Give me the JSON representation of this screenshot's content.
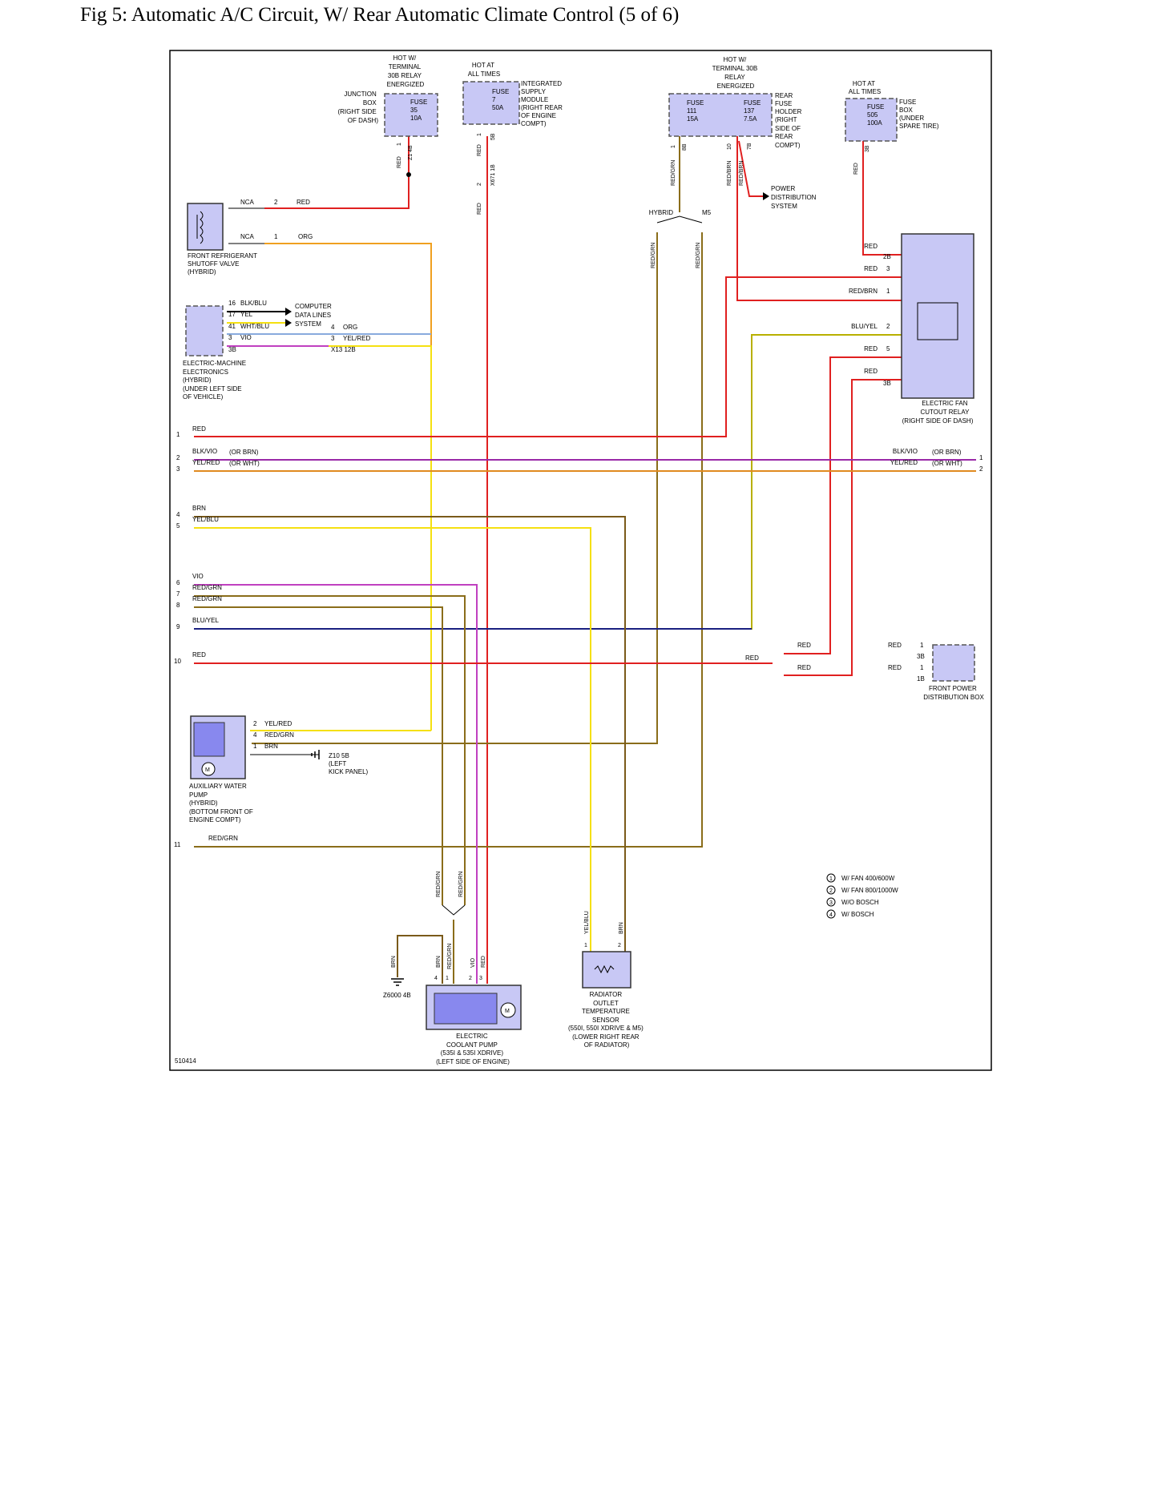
{
  "title": "Fig 5: Automatic A/C Circuit, W/ Rear Automatic Climate Control (5 of 6)",
  "diagram_id": "510414",
  "colors": {
    "RED": "#e02020",
    "ORG": "#f0a020",
    "YEL": "#f5e010",
    "BRN": "#7a5a1a",
    "VIO": "#c040c0",
    "BLU": "#2040c0",
    "BLK": "#000000",
    "WHT": "#cccccc",
    "component_fill": "#c8c8f5"
  },
  "components": {
    "junction_box": {
      "hot": [
        "HOT W/",
        "TERMINAL",
        "30B RELAY",
        "ENERGIZED"
      ],
      "label": [
        "JUNCTION",
        "BOX",
        "(RIGHT SIDE",
        "OF DASH)"
      ],
      "fuse": [
        "FUSE",
        "35",
        "10A"
      ],
      "pin": "1",
      "connector": "Z1 4B",
      "wire": "RED"
    },
    "integrated_supply_module": {
      "hot": [
        "HOT AT",
        "ALL TIMES"
      ],
      "label": [
        "INTEGRATED",
        "SUPPLY",
        "MODULE",
        "(RIGHT REAR",
        "OF ENGINE",
        "COMPT)"
      ],
      "fuse": [
        "FUSE",
        "7",
        "50A"
      ],
      "pin_top": "1",
      "connector_top": "5B",
      "pin_bottom": "2",
      "connector_bottom": "X671 1B",
      "wire": "RED"
    },
    "rear_fuse_holder": {
      "hot": [
        "HOT W/",
        "TERMINAL 30B",
        "RELAY",
        "ENERGIZED"
      ],
      "label": [
        "REAR",
        "FUSE",
        "HOLDER",
        "(RIGHT",
        "SIDE OF",
        "REAR",
        "COMPT)"
      ],
      "fuse_a": [
        "FUSE",
        "111",
        "15A"
      ],
      "fuse_b": [
        "FUSE",
        "137",
        "7.5A"
      ],
      "pin_a": "1",
      "conn_a": "8B",
      "pin_b": "10",
      "conn_b": "7B",
      "wires": [
        "RED/GRN",
        "RED/BRN",
        "RED/BRN"
      ],
      "power_dist": [
        "POWER",
        "DISTRIBUTION",
        "SYSTEM"
      ]
    },
    "fuse_box_spare": {
      "hot": [
        "HOT AT",
        "ALL TIMES"
      ],
      "label": [
        "FUSE",
        "BOX",
        "(UNDER",
        "SPARE TIRE)"
      ],
      "fuse": [
        "FUSE",
        "505",
        "100A"
      ],
      "connector": "3B",
      "wire": "RED"
    },
    "shutoff_valve": {
      "label": [
        "FRONT REFRIGERANT",
        "SHUTOFF VALVE",
        "(HYBRID)"
      ],
      "pins": [
        {
          "nca": "NCA",
          "pin": "2",
          "wire": "RED"
        },
        {
          "nca": "NCA",
          "pin": "1",
          "wire": "ORG"
        }
      ]
    },
    "machine_electronics": {
      "label": [
        "ELECTRIC-MACHINE",
        "ELECTRONICS",
        "(HYBRID)",
        "(UNDER LEFT SIDE",
        "OF VEHICLE)"
      ],
      "pins": [
        {
          "pin": "16",
          "wire": "BLK/BLU"
        },
        {
          "pin": "17",
          "wire": "YEL"
        },
        {
          "pin": "41",
          "wire": "WHT/BLU"
        },
        {
          "pin": "3",
          "wire": "VIO"
        }
      ],
      "connector": "3B",
      "data_lines": [
        "COMPUTER",
        "DATA LINES",
        "SYSTEM"
      ],
      "x13_pins": [
        {
          "pin": "4",
          "wire": "ORG"
        },
        {
          "pin": "3",
          "wire": "YEL/RED"
        }
      ],
      "x13_connector": "X13 12B"
    },
    "hybrid_split": {
      "left": "HYBRID",
      "right": "M5"
    },
    "fan_relay": {
      "label": [
        "ELECTRIC FAN",
        "CUTOUT RELAY",
        "(RIGHT SIDE OF DASH)"
      ],
      "pins": [
        {
          "wire": "RED",
          "pin": "2B"
        },
        {
          "wire": "RED",
          "pin": "3"
        },
        {
          "wire": "RED/BRN",
          "pin": "1"
        },
        {
          "wire": "BLU/YEL",
          "pin": "2"
        },
        {
          "wire": "RED",
          "pin": "5"
        },
        {
          "wire": "RED",
          "pin": "3B"
        }
      ]
    },
    "front_power_box": {
      "label": [
        "FRONT POWER",
        "DISTRIBUTION BOX"
      ],
      "pins": [
        {
          "wire": "RED",
          "pin": "1",
          "connector": "3B"
        },
        {
          "wire": "RED",
          "pin": "1",
          "connector": "1B"
        }
      ],
      "input_wire": "RED",
      "branch_wires": [
        "RED",
        "RED"
      ]
    },
    "aux_water_pump": {
      "label": [
        "AUXILIARY WATER",
        "PUMP",
        "(HYBRID)",
        "(BOTTOM FRONT OF",
        "ENGINE COMPT)"
      ],
      "pins": [
        {
          "pin": "2",
          "wire": "YEL/RED"
        },
        {
          "pin": "4",
          "wire": "RED/GRN"
        },
        {
          "pin": "1",
          "wire": "BRN"
        }
      ],
      "ground": [
        "Z10 5B",
        "(LEFT",
        "KICK PANEL)"
      ],
      "motor": "M"
    },
    "coolant_pump": {
      "label": [
        "ELECTRIC",
        "COOLANT PUMP",
        "(535I & 535I XDRIVE)",
        "(LEFT SIDE OF ENGINE)"
      ],
      "wires": [
        {
          "wire": "BRN",
          "pin": "4"
        },
        {
          "wire": "RED/GRN",
          "pin": "1"
        },
        {
          "wire": "VIO",
          "pin": "2"
        },
        {
          "wire": "RED",
          "pin": "3"
        }
      ],
      "ground": "Z6000 4B",
      "ground_wire": "BRN",
      "motor": "M",
      "split_wires": [
        "RED/GRN",
        "RED/GRN"
      ]
    },
    "radiator_sensor": {
      "label": [
        "RADIATOR",
        "OUTLET",
        "TEMPERATURE",
        "SENSOR",
        "(550I, 550I XDRIVE & M5)",
        "(LOWER RIGHT REAR",
        "OF RADIATOR)"
      ],
      "wires": [
        {
          "wire": "YEL/BLU",
          "pin": "1"
        },
        {
          "wire": "BRN",
          "pin": "2"
        }
      ]
    }
  },
  "left_circuits": [
    {
      "num": "1",
      "wire": "RED"
    },
    {
      "num": "2",
      "wire": "BLK/VIO",
      "alt": "(OR BRN)"
    },
    {
      "num": "3",
      "wire": "YEL/RED",
      "alt": "(OR WHT)"
    },
    {
      "num": "4",
      "wire": "BRN"
    },
    {
      "num": "5",
      "wire": "YEL/BLU"
    },
    {
      "num": "6",
      "wire": "VIO"
    },
    {
      "num": "7",
      "wire": "RED/GRN"
    },
    {
      "num": "8",
      "wire": "RED/GRN"
    },
    {
      "num": "9",
      "wire": "BLU/YEL"
    },
    {
      "num": "10",
      "wire": "RED"
    },
    {
      "num": "11",
      "wire": "RED/GRN"
    }
  ],
  "right_circuits": [
    {
      "num": "1",
      "wire": "BLK/VIO",
      "alt": "(OR BRN)"
    },
    {
      "num": "2",
      "wire": "YEL/RED",
      "alt": "(OR WHT)"
    }
  ],
  "legend": [
    {
      "key": "1",
      "text": "W/ FAN 400/600W"
    },
    {
      "key": "2",
      "text": "W/ FAN 800/1000W"
    },
    {
      "key": "3",
      "text": "W/O BOSCH"
    },
    {
      "key": "4",
      "text": "W/ BOSCH"
    }
  ]
}
